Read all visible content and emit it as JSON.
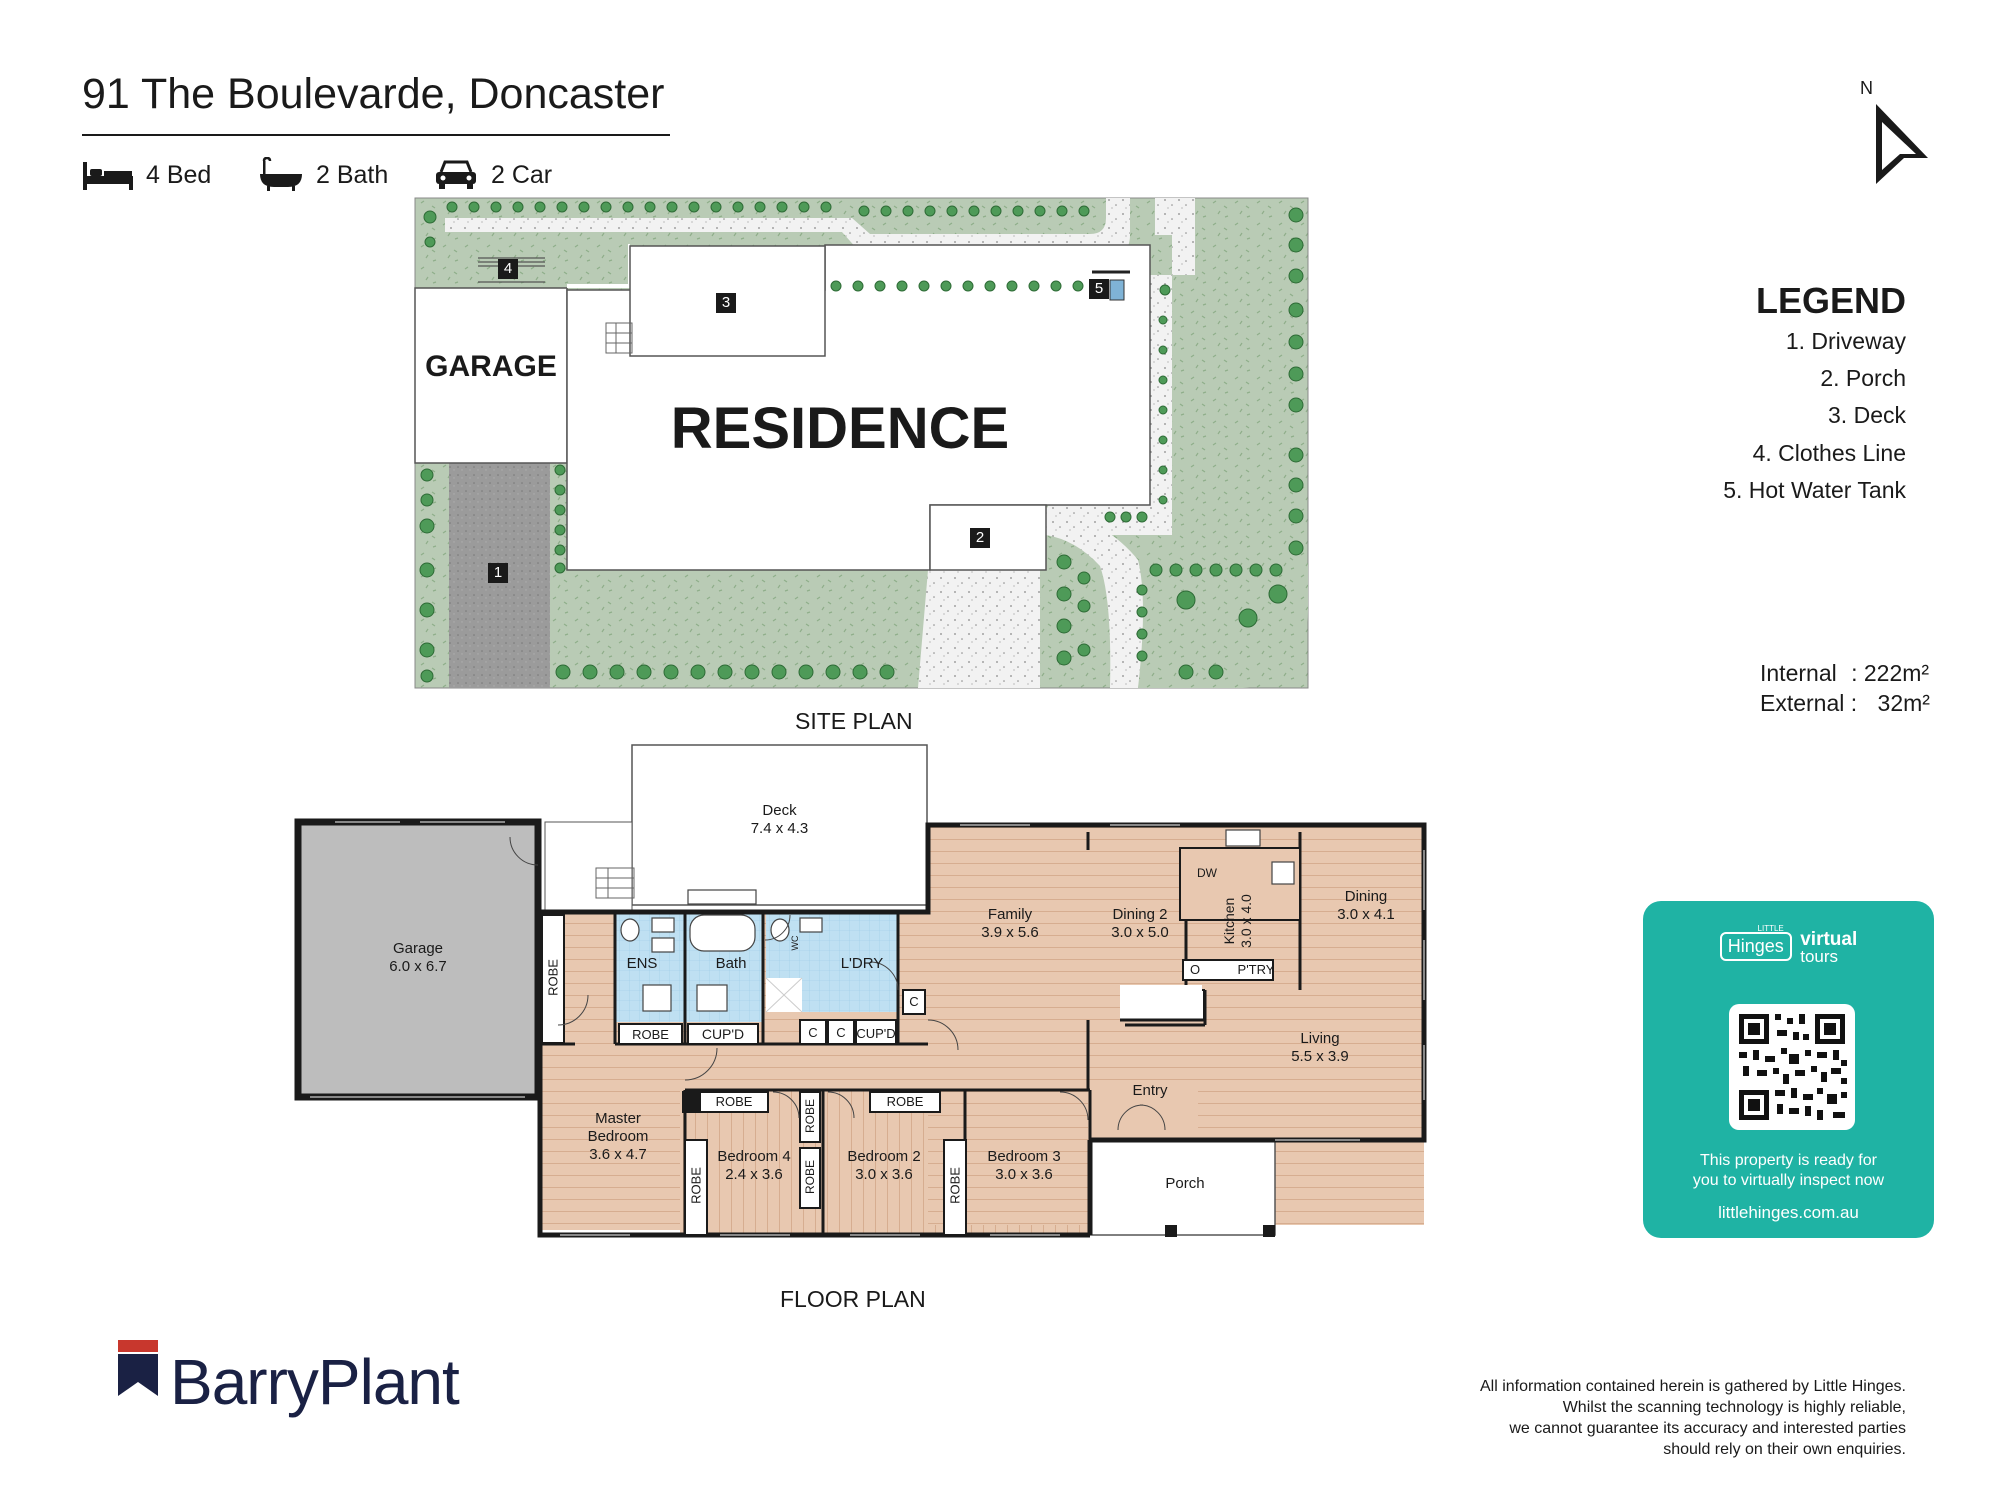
{
  "header": {
    "address": "91 The Boulevarde, Doncaster",
    "features": [
      {
        "icon": "bed-icon",
        "label": "4 Bed"
      },
      {
        "icon": "bath-icon",
        "label": "2 Bath"
      },
      {
        "icon": "car-icon",
        "label": "2 Car"
      }
    ]
  },
  "compass": {
    "label": "N"
  },
  "legend": {
    "title": "LEGEND",
    "items": [
      "1. Driveway",
      "2. Porch",
      "3. Deck",
      "4. Clothes Line",
      "5. Hot Water Tank"
    ]
  },
  "areas": {
    "internal_label": "Internal",
    "internal_value": ": 222m²",
    "external_label": "External :",
    "external_value": "32m²"
  },
  "site_plan": {
    "caption": "SITE PLAN",
    "garage": "GARAGE",
    "residence": "RESIDENCE",
    "markers": [
      "1",
      "2",
      "3",
      "4",
      "5"
    ]
  },
  "floor_plan": {
    "caption": "FLOOR PLAN",
    "rooms": {
      "deck": {
        "name": "Deck",
        "size": "7.4 x 4.3"
      },
      "garage": {
        "name": "Garage",
        "size": "6.0 x 6.7"
      },
      "family": {
        "name": "Family",
        "size": "3.9 x 5.6"
      },
      "dining2": {
        "name": "Dining 2",
        "size": "3.0 x 5.0"
      },
      "kitchen": {
        "name": "Kitchen",
        "size": "3.0 x 4.0"
      },
      "dining": {
        "name": "Dining",
        "size": "3.0 x 4.1"
      },
      "living": {
        "name": "Living",
        "size": "5.5 x 3.9"
      },
      "master": {
        "name1": "Master",
        "name2": "Bedroom",
        "size": "3.6 x 4.7"
      },
      "bed4": {
        "name": "Bedroom 4",
        "size": "2.4 x 3.6"
      },
      "bed2": {
        "name": "Bedroom 2",
        "size": "3.0 x 3.6"
      },
      "bed3": {
        "name": "Bedroom 3",
        "size": "3.0 x 3.6"
      },
      "porch": {
        "name": "Porch"
      },
      "entry": {
        "name": "Entry"
      },
      "ens": "ENS",
      "bath": "Bath",
      "ldry": "L'DRY",
      "robe": "ROBE",
      "cupd": "CUP'D",
      "c": "C",
      "ptry": "P'TRY",
      "o": "O",
      "dw": "DW",
      "wc": "WC"
    }
  },
  "virtual_tour": {
    "brand_small": "LITTLE",
    "brand": "Hinges",
    "product_1": "virtual",
    "product_2": "tours",
    "message_line1": "This property is ready for",
    "message_line2": "you to virtually inspect now",
    "url": "littlehinges.com.au"
  },
  "agency": {
    "name": "BarryPlant"
  },
  "disclaimer": [
    "All information contained herein is gathered by Little Hinges.",
    "Whilst the scanning technology is highly reliable,",
    "we cannot guarantee its accuracy and interested parties",
    "should rely on their own enquiries."
  ],
  "colors": {
    "wood": "#e8c8b0",
    "wet": "#bfe0f2",
    "garage": "#bdbdbd",
    "lawn": "#b9cbb5",
    "shrub": "#4e9a58",
    "teal": "#1fb3a4",
    "brand_red": "#c8372d",
    "brand_navy": "#1a2144"
  }
}
